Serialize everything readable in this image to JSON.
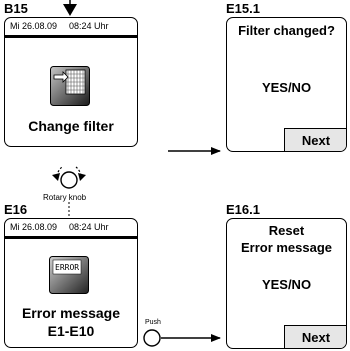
{
  "screens": {
    "b15": {
      "label": "B15",
      "date": "Mi 26.08.09",
      "time": "08:24 Uhr",
      "caption": "Change filter",
      "icon": "filter-icon"
    },
    "e15_1": {
      "label": "E15.1",
      "title": "Filter changed?",
      "answer": "YES/NO",
      "next": "Next"
    },
    "e16": {
      "label": "E16",
      "date": "Mi 26.08.09",
      "time": "08:24 Uhr",
      "icon_text": "ERROR",
      "caption_line1": "Error message",
      "caption_line2": "E1-E10"
    },
    "e16_1": {
      "label": "E16.1",
      "title_line1": "Reset",
      "title_line2": "Error message",
      "answer": "YES/NO",
      "next": "Next"
    }
  },
  "controls": {
    "rotary_knob": "Rotary knob",
    "push": "Push"
  }
}
